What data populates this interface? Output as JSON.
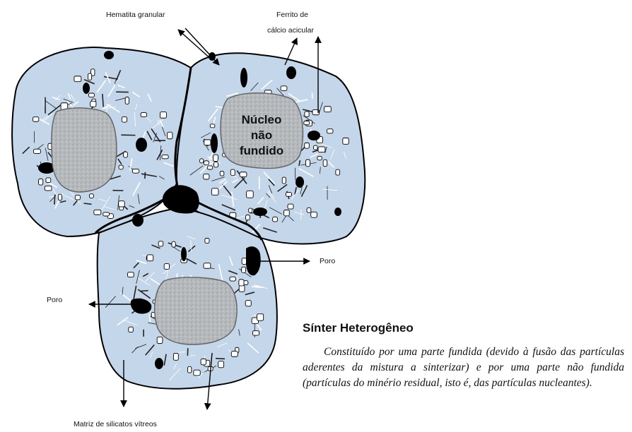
{
  "labels": {
    "hematita": "Hematita granular",
    "ferrito_line1": "Ferrito de",
    "ferrito_line2": "cálcio acicular",
    "nucleo_line1": "Núcleo",
    "nucleo_line2": "não",
    "nucleo_line3": "fundido",
    "poro_right": "Poro",
    "poro_left": "Poro",
    "matriz": "Matriz de silicatos vítreos"
  },
  "title": "Sínter Heterogêneo",
  "description": "Constituído por uma parte fundida (devido à fusão das partículas aderentes da mistura a sinterizar) e por uma parte não fundida (partículas do minério residual, isto é, das partículas nucleantes).",
  "colors": {
    "matrix": "#c4d6e9",
    "core": "#b9bcc0",
    "ink": "#000000"
  }
}
